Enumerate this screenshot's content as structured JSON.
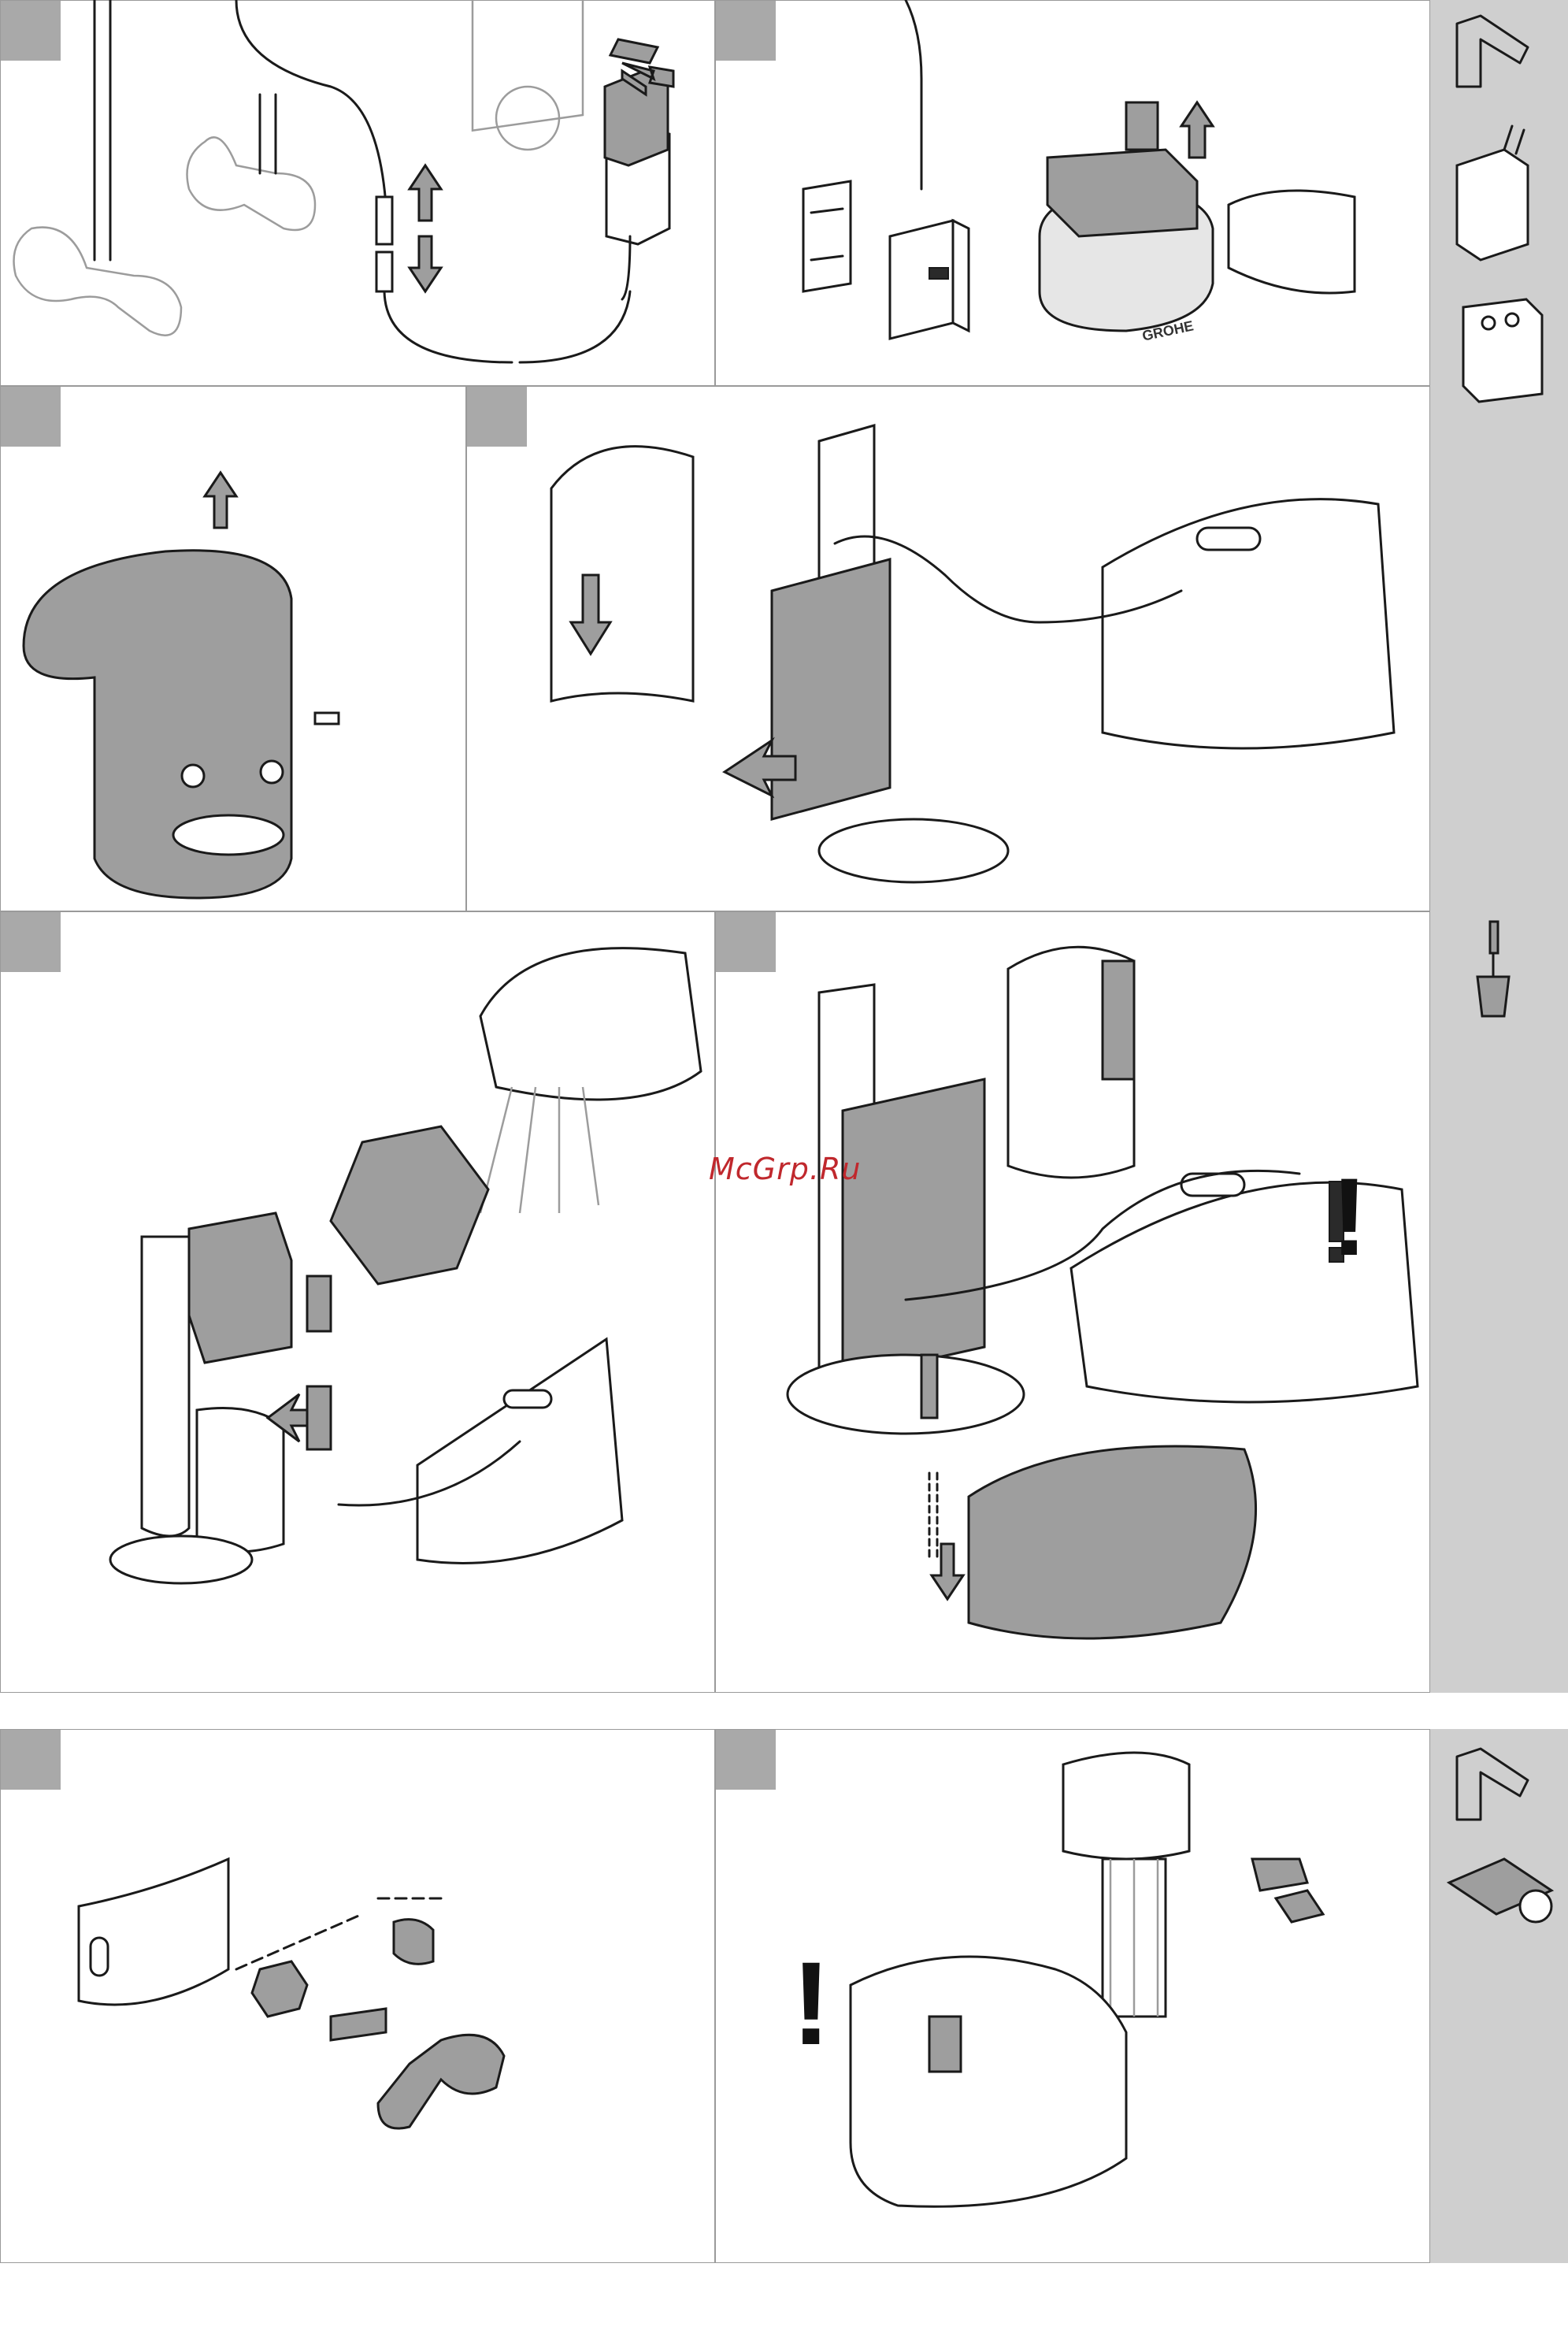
{
  "document": {
    "watermark": "McGrp.Ru",
    "exclamation_mark": "!",
    "brand_mark": "GROHE"
  },
  "panels": [
    {
      "id": "panel-1"
    },
    {
      "id": "panel-2"
    },
    {
      "id": "panel-3"
    },
    {
      "id": "panel-4"
    },
    {
      "id": "panel-5"
    },
    {
      "id": "panel-6"
    },
    {
      "id": "panel-7"
    },
    {
      "id": "panel-8"
    }
  ],
  "sidebar_icons": [
    "hex-key-icon",
    "power-adapter-icon",
    "battery-pack-icon",
    "sensor-cable-icon",
    "hex-key-icon",
    "cartridge-icon"
  ],
  "colors": {
    "tab": "#a9a9a9",
    "sidebar": "#cfcfcf",
    "watermark": "#c0282d",
    "part_grey": "#9e9e9e"
  }
}
